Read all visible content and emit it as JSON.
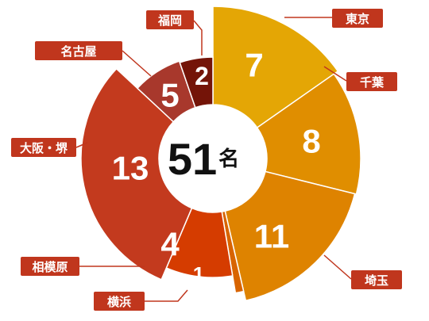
{
  "chart_data": {
    "type": "pie",
    "style": "rose",
    "total_label": {
      "value": "51",
      "unit": "名"
    },
    "segments": [
      {
        "label": "東京",
        "value": 7,
        "color": "#E4A605"
      },
      {
        "label": "千葉",
        "value": 8,
        "color": "#E08E00"
      },
      {
        "label": "埼玉",
        "value": 11,
        "color": "#DE8300"
      },
      {
        "label": "横浜",
        "value": 1,
        "color": "#D86400"
      },
      {
        "label": "相模原",
        "value": 4,
        "color": "#D53C00"
      },
      {
        "label": "大阪・堺",
        "value": 13,
        "color": "#C33A1E"
      },
      {
        "label": "名古屋",
        "value": 5,
        "color": "#A8382C"
      },
      {
        "label": "福岡",
        "value": 2,
        "color": "#741408"
      }
    ],
    "label_box_color": "#C0361D"
  }
}
